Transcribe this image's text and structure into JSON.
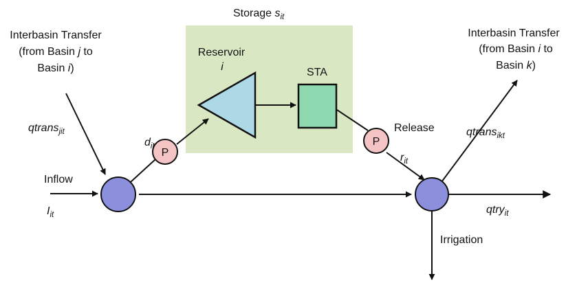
{
  "colors": {
    "storage_box": "#d9e8c2",
    "reservoir": "#add8e6",
    "sta": "#8fd9b0",
    "node": "#8c8fdc",
    "pump": "#f4c4c4",
    "line": "#111111"
  },
  "storage": {
    "title": "Storage ",
    "var": "s",
    "sub": "it"
  },
  "reservoir": {
    "line1": "Reservoir",
    "line2": "i"
  },
  "sta": {
    "label": "STA"
  },
  "pump_left": {
    "label": "P"
  },
  "pump_right": {
    "label": "P"
  },
  "release": {
    "label": "Release"
  },
  "r_var": {
    "var": "r",
    "sub": "it"
  },
  "d_var": {
    "var": "d",
    "sub": "it"
  },
  "transfer_in": {
    "line1": "Interbasin Transfer",
    "line2_a": "(from Basin ",
    "line2_b": "j",
    "line2_c": " to",
    "line3_a": "Basin ",
    "line3_b": "i",
    "line3_c": ")"
  },
  "transfer_out": {
    "line1": "Interbasin Transfer",
    "line2_a": "(from Basin ",
    "line2_b": "i",
    "line2_c": " to",
    "line3_a": "Basin ",
    "line3_b": "k",
    "line3_c": ")"
  },
  "qtrans_in": {
    "var": "qtrans",
    "sub": "jit"
  },
  "qtrans_out": {
    "var": "qtrans",
    "sub": "ikt"
  },
  "inflow": {
    "label": "Inflow",
    "var": "I",
    "sub": "it"
  },
  "qtry": {
    "var": "qtry",
    "sub": "it"
  },
  "irrigation": {
    "label": "Irrigation"
  }
}
